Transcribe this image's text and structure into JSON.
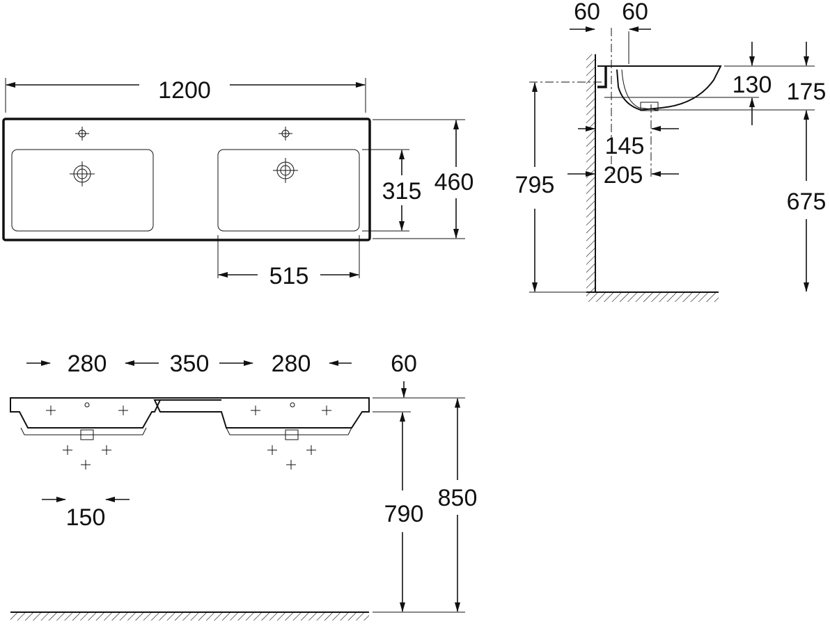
{
  "top_view": {
    "width_total": "1200",
    "depth_total": "460",
    "bowl_depth": "315",
    "bowl_width": "515"
  },
  "side_view": {
    "wall_offset_left": "60",
    "wall_offset_right": "60",
    "bowl_height": "130",
    "total_height": "175",
    "height_to_top": "795",
    "drain_offset_1": "145",
    "drain_offset_2": "205",
    "height_to_bottom": "675"
  },
  "front_view": {
    "spacing_left": "280",
    "spacing_middle": "350",
    "spacing_right": "280",
    "rim_height": "60",
    "height_under": "790",
    "height_total": "850",
    "tap_spacing": "150"
  }
}
